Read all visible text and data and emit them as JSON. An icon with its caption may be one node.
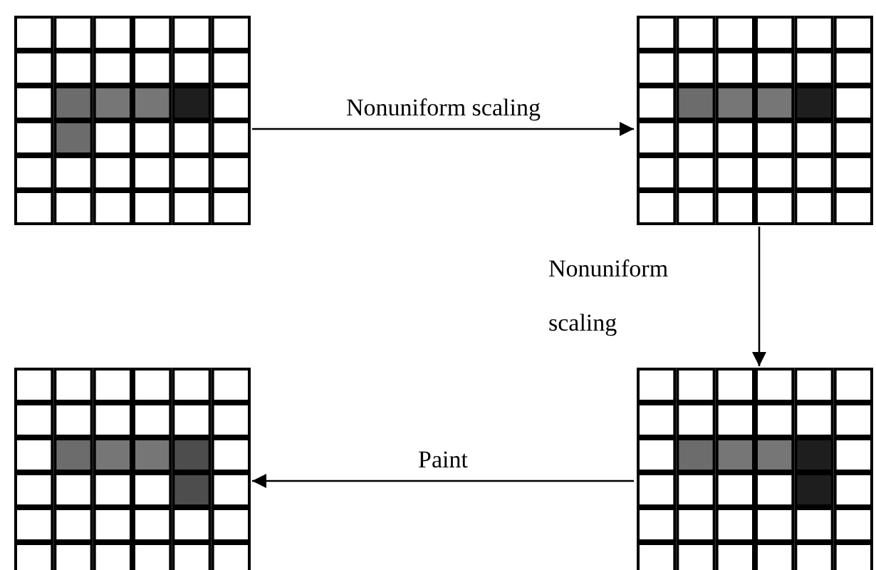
{
  "diagram": {
    "nodes": [
      {
        "text": [],
        "shape": "grid"
      },
      {
        "text": [],
        "shape": "grid"
      },
      {
        "text": [],
        "shape": "grid"
      },
      {
        "text": [],
        "shape": "grid"
      }
    ],
    "edges": [
      {
        "from": 0,
        "to": 1,
        "arrow": "to",
        "label": "Nonuniform scaling"
      },
      {
        "from": 1,
        "to": 3,
        "arrow": "to",
        "label": "Nonuniform scaling"
      },
      {
        "from": 3,
        "to": 2,
        "arrow": "to",
        "label": "Paint"
      }
    ]
  }
}
